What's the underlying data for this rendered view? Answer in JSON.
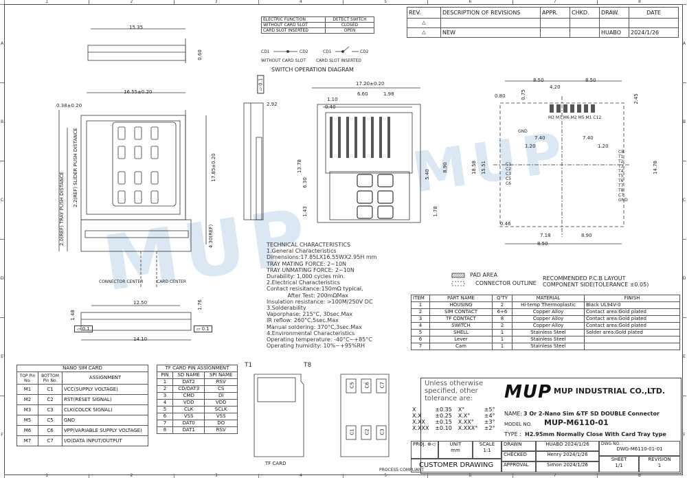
{
  "ruler_cols": [
    "1",
    "2",
    "3",
    "4",
    "5",
    "6",
    "7",
    "8"
  ],
  "ruler_rows": [
    "A",
    "B",
    "C",
    "D",
    "E",
    "F"
  ],
  "watermark": "MUP",
  "revision_table": {
    "headers": [
      "REV.",
      "DESCRIPTION OF REVISIONS",
      "APPR.",
      "CHKD.",
      "DRAW.",
      "DATE"
    ],
    "rows": [
      [
        "",
        "",
        "",
        "",
        "",
        ""
      ],
      [
        "",
        "NEW",
        "",
        "",
        "HUABO",
        "2024/1/26"
      ]
    ]
  },
  "switch_table": {
    "headers": [
      "ELECTRIC FUNCTION",
      "DETECT SWITCH"
    ],
    "rows": [
      [
        "WITHOUT CARD SLOT",
        "CLOSED"
      ],
      [
        "CARD SLOT INSERTED",
        "OPEN"
      ]
    ]
  },
  "switch_diagram": {
    "cd1": "CD1",
    "cd2": "CD2",
    "without": "WITHOUT CARD SLOT",
    "inserted": "CARD SLOT INSERTED",
    "title": "SWITCH OPERATION DIAGRAM"
  },
  "dims": {
    "d1535": "15.35",
    "d060": "0.60",
    "d1655": "16.55±0.20",
    "d038": "0.38±0.20",
    "d1785": "17.85±0.20",
    "d1250": "12.50",
    "d1410": "14.10",
    "d148": "1.48",
    "d176": "1.76",
    "d01a": "0.1",
    "d01b": "0.1",
    "d292": "2.92",
    "d01c": "0.1",
    "d1720": "17.20±0.20",
    "d660": "6.60",
    "d110": "1.10",
    "d198": "1.98",
    "d040": "0.40",
    "d1378": "13.78",
    "d630": "6.30",
    "d143": "1.43",
    "d540": "5.40",
    "d890": "8.90",
    "d178": "1.78",
    "d850a": "8.50",
    "d850b": "8.50",
    "d420": "4.20",
    "d080": "0.80",
    "d075": "0.75",
    "d245": "2.45",
    "d740a": "7.40",
    "d740b": "7.40",
    "d120a": "1.20",
    "d120b": "1.20",
    "d1858": "18.58",
    "d1551": "15.51",
    "d718": "7.18",
    "d890b": "8.90",
    "d850c": "8.50",
    "d046": "0.46",
    "d1478": "14.78",
    "tray1": "2.0(REF) TRAY PUSH DISTANCE",
    "tray2": "2.2(REF) SLIDER PUSH DISTANCE",
    "ref430": "4.30(REF)",
    "conn_center": "CONNECTOR CENTER",
    "card_center": "CARD CENTER"
  },
  "pins_layout": {
    "top": "M3 M7 M6 M2 M5 M1 C12",
    "gnd": "GND",
    "right_pins": [
      "C8",
      "T1",
      "T2",
      "T3",
      "T4",
      "T5",
      "T6",
      "T7",
      "T8",
      "C7",
      "GND"
    ],
    "left_pins": [
      "C1",
      "C2",
      "C3",
      "C5",
      "C6"
    ]
  },
  "tech": {
    "title": "TECHNICAL CHARACTERISTICS",
    "lines": [
      "1.General Characteristics",
      "Dimensions:17.85LX16.55WX2.95H mm",
      "TRAY MATING FORCE: 2~10N",
      "TRAY UNMATING FORCE: 2~10N",
      "Durability: 1,000 cycles min.",
      "2.Electrical Characteristics",
      "Contact resisitance:150mΩ typical,",
      "            After Test: 200mΩMax",
      "Insulation resistance: >100M/250V DC",
      "3.Solderability",
      "Vaporphase: 215°C, 30sec.Max",
      "IR reflow: 260°C,5sec.Max",
      "Manual soldering: 370°C,3sec.Max",
      "4.Environmental Characteristics",
      "Operating temperature: -40°C~+85°C",
      "Operating humidity: 10%~+95%RH"
    ]
  },
  "legend": {
    "pad": "PAD AREA",
    "outline": "CONNECTOR OUTLINE",
    "pcb1": "RECOMMENDED P.C.B LAYOUT",
    "pcb2": "COMPONENT SIDE(TOLERANCE ±0.05)"
  },
  "bom": {
    "headers": [
      "ITEM",
      "PART NAME",
      "Q'TY",
      "MATERIAL",
      "FINISH"
    ],
    "rows": [
      [
        "1",
        "HOUSING",
        "2",
        "Hi-temp Thermoplastic",
        "Black UL94V-0"
      ],
      [
        "2",
        "SIM CONTACT",
        "6+6",
        "Copper Alloy",
        "Contact area:Gold plated"
      ],
      [
        "3",
        "TF CONTACT",
        "8",
        "Copper Alloy",
        "Contact area:Gold plated"
      ],
      [
        "4",
        "SWITCH",
        "2",
        "Copper Alloy",
        "Contact area:Gold plated"
      ],
      [
        "5",
        "SHELL",
        "1",
        "Stainless Steel",
        "Solder area:Gold plated"
      ],
      [
        "6",
        "Lever",
        "1",
        "Stainless Steel",
        ""
      ],
      [
        "7",
        "Cam",
        "1",
        "Stainless Steel",
        ""
      ]
    ]
  },
  "nano_sim": {
    "title": "NANO SIM CARD",
    "headers": [
      "TOP Pin No.",
      "BOTTOM Pin No.",
      "ASSIGNMENT"
    ],
    "rows": [
      [
        "M1",
        "C1",
        "VCC(SUPPLY VOLTAGE)"
      ],
      [
        "M2",
        "C2",
        "RST(RESET SIGNAL)"
      ],
      [
        "M3",
        "C3",
        "CLK(COLCK SIGNAL)"
      ],
      [
        "M5",
        "C5",
        "GND"
      ],
      [
        "M6",
        "C6",
        "VPP(VARIABLE SUPPLY VOLTAGE)"
      ],
      [
        "M7",
        "C7",
        "I/O(DATA INPUT/OUTPUT"
      ]
    ]
  },
  "tf_pins": {
    "title": "TF CARD PIN ASSIGNMENT",
    "headers": [
      "PIN",
      "SD NAME",
      "SPI NAME"
    ],
    "rows": [
      [
        "1",
        "DAT2",
        "RSV"
      ],
      [
        "2",
        "CD/DAT3",
        "CS"
      ],
      [
        "3",
        "CMD",
        "DI"
      ],
      [
        "4",
        "VDD",
        "VDD"
      ],
      [
        "5",
        "CLK",
        "SCLK"
      ],
      [
        "6",
        "VSS",
        "VSS"
      ],
      [
        "7",
        "DAT0",
        "DO"
      ],
      [
        "8",
        "DAT1",
        "RSV"
      ]
    ]
  },
  "card": {
    "t1": "T1",
    "t8": "T8",
    "tf": "TF CARD",
    "c5": "C5",
    "c6": "C6",
    "c7": "C7",
    "c1": "C1",
    "c2": "C2",
    "c3": "C3"
  },
  "title_block": {
    "unless": "Unless otherwise specified, other tolerance are:",
    "tol_rows": [
      [
        "X",
        "±0.35",
        "X°",
        "±5°"
      ],
      [
        "X.X",
        "±0.25",
        "X.X°",
        "±4°"
      ],
      [
        "X.XX",
        "±0.15",
        "X.XX°",
        "±3°"
      ],
      [
        "X.XXX",
        "±0.10",
        "X.XXX°",
        "±2°"
      ]
    ],
    "proj": "PROJ.",
    "unit_label": "UNIT",
    "unit": "mm",
    "scale_label": "SCALE",
    "scale": "1:1",
    "process": "PROCESS COMPLIANT",
    "customer": "CUSTOMER DRAWING",
    "logo": "MUP",
    "company": "MUP INDUSTRIAL CO.,LTD.",
    "name_label": "NAME:",
    "name": "3 Or 2-Nano Sim &TF SD  DOUBLE  Connector",
    "model_label": "MODEL NO.",
    "model": "MUP-M6110-01",
    "type_label": "TYPE :",
    "type": "H2.95mm Normally Close With Card Tray type",
    "drawn_label": "DRAWN",
    "drawn": "HUABO 2024/1/26",
    "checked_label": "CHECKED",
    "checked": "Henry 2024/1/26",
    "approval_label": "APPROVAL",
    "approval": "Simon 2024/1/26",
    "dwg_label": "DWG NO. :",
    "dwg": "DWG-M6110-01-01",
    "sheet_label": "SHEET",
    "sheet": "1/1",
    "rev_label": "REVISION",
    "rev": "1"
  }
}
